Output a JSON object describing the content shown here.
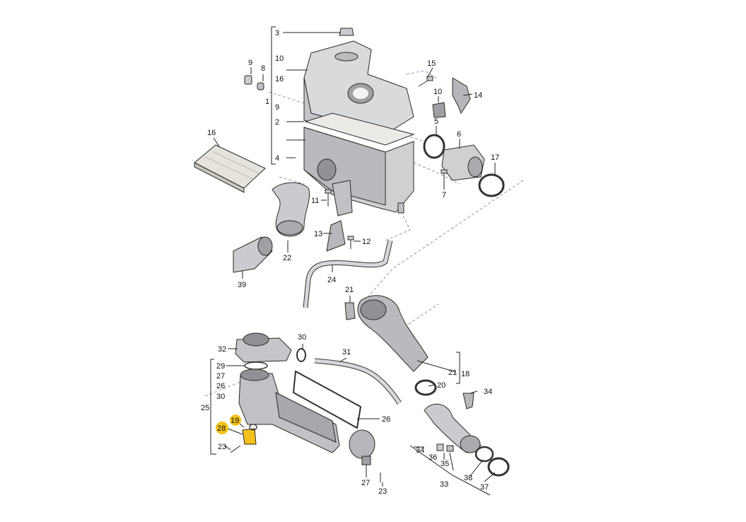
{
  "diagram": {
    "labels": {
      "p3": "3",
      "p10a": "10",
      "p16a": "16",
      "p1": "1",
      "p9a": "9",
      "p2": "2",
      "p4": "4",
      "p9b": "9",
      "p8": "8",
      "p15": "15",
      "p10b": "10",
      "p14": "14",
      "p5": "5",
      "p6": "6",
      "p17": "17",
      "p7": "7",
      "p16b": "16",
      "p11": "11",
      "p13": "13",
      "p12": "12",
      "p22": "22",
      "p39": "39",
      "p24": "24",
      "p21a": "21",
      "p30a": "30",
      "p31": "31",
      "p32": "32",
      "p29": "29",
      "p27a": "27",
      "p26a": "26",
      "p30b": "30",
      "p25": "25",
      "p19": "19",
      "p28": "28",
      "p23a": "23",
      "p26b": "26",
      "p21b": "21",
      "p18": "18",
      "p20": "20",
      "p34a": "34",
      "p34b": "34",
      "p36": "36",
      "p35": "35",
      "p33": "33",
      "p38": "38",
      "p37": "37",
      "p27b": "27",
      "p23b": "23"
    },
    "highlighted": [
      "28",
      "19"
    ],
    "colors": {
      "highlight": "#f4c21b",
      "leader": "#222222",
      "dashed": "#6a7fa8"
    }
  }
}
